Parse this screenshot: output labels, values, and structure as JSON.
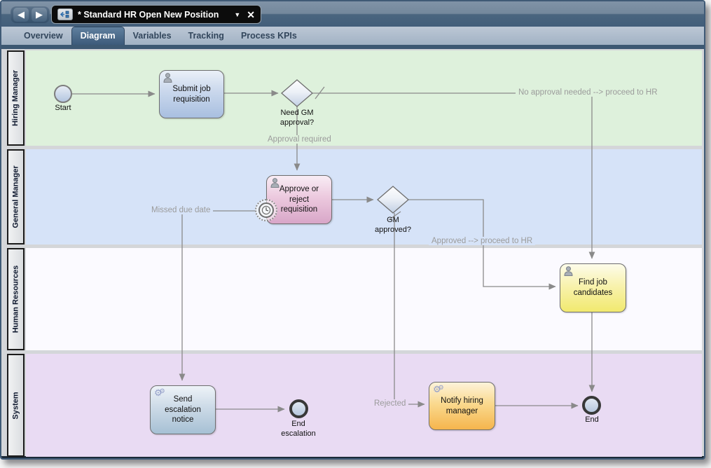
{
  "window": {
    "title": "* Standard HR Open New Position",
    "back_glyph": "◀",
    "forward_glyph": "▶",
    "dropdown_glyph": "▼",
    "close_glyph": "✕"
  },
  "tabs": [
    {
      "label": "Overview",
      "active": false
    },
    {
      "label": "Diagram",
      "active": true
    },
    {
      "label": "Variables",
      "active": false
    },
    {
      "label": "Tracking",
      "active": false
    },
    {
      "label": "Process KPIs",
      "active": false
    }
  ],
  "lanes": [
    {
      "label": "Hiring Manager",
      "color": "#def1dc"
    },
    {
      "label": "General Manager",
      "color": "#d6e3f8"
    },
    {
      "label": "Human Resources",
      "color": "#fbfaff"
    },
    {
      "label": "System",
      "color": "#e9dbf3"
    }
  ],
  "nodes": {
    "start": {
      "label": "Start",
      "type": "start-event"
    },
    "submit_task": {
      "label": "Submit job requisition",
      "type": "user-task"
    },
    "need_gm_gateway": {
      "label": "Need GM approval?",
      "type": "gateway"
    },
    "approve_task": {
      "label": "Approve or reject requisition",
      "type": "user-task"
    },
    "timer_boundary": {
      "label": "",
      "type": "timer-boundary-event"
    },
    "gm_gateway": {
      "label": "GM approved?",
      "type": "gateway"
    },
    "find_task": {
      "label": "Find job candidates",
      "type": "user-task"
    },
    "send_task": {
      "label": "Send escalation notice",
      "type": "service-task"
    },
    "notify_task": {
      "label": "Notify hiring manager",
      "type": "service-task"
    },
    "end_escalation": {
      "label": "End escalation",
      "type": "end-event"
    },
    "end": {
      "label": "End",
      "type": "end-event"
    }
  },
  "flow_labels": {
    "no_approval": "No approval needed --> proceed to HR",
    "approval_required": "Approval required",
    "missed_due_date": "Missed due date",
    "approved": "Approved --> proceed to HR",
    "rejected": "Rejected"
  },
  "colors": {
    "accent_tab": "#3d5872",
    "connector": "#8a8a8a",
    "flow_label_text": "#9b9b9b",
    "task_blue": "#a8bfe0",
    "task_pink": "#d8a6c8",
    "task_yellow": "#f1e96f",
    "task_steel": "#a6c0d4",
    "task_orange": "#f5b54d"
  }
}
